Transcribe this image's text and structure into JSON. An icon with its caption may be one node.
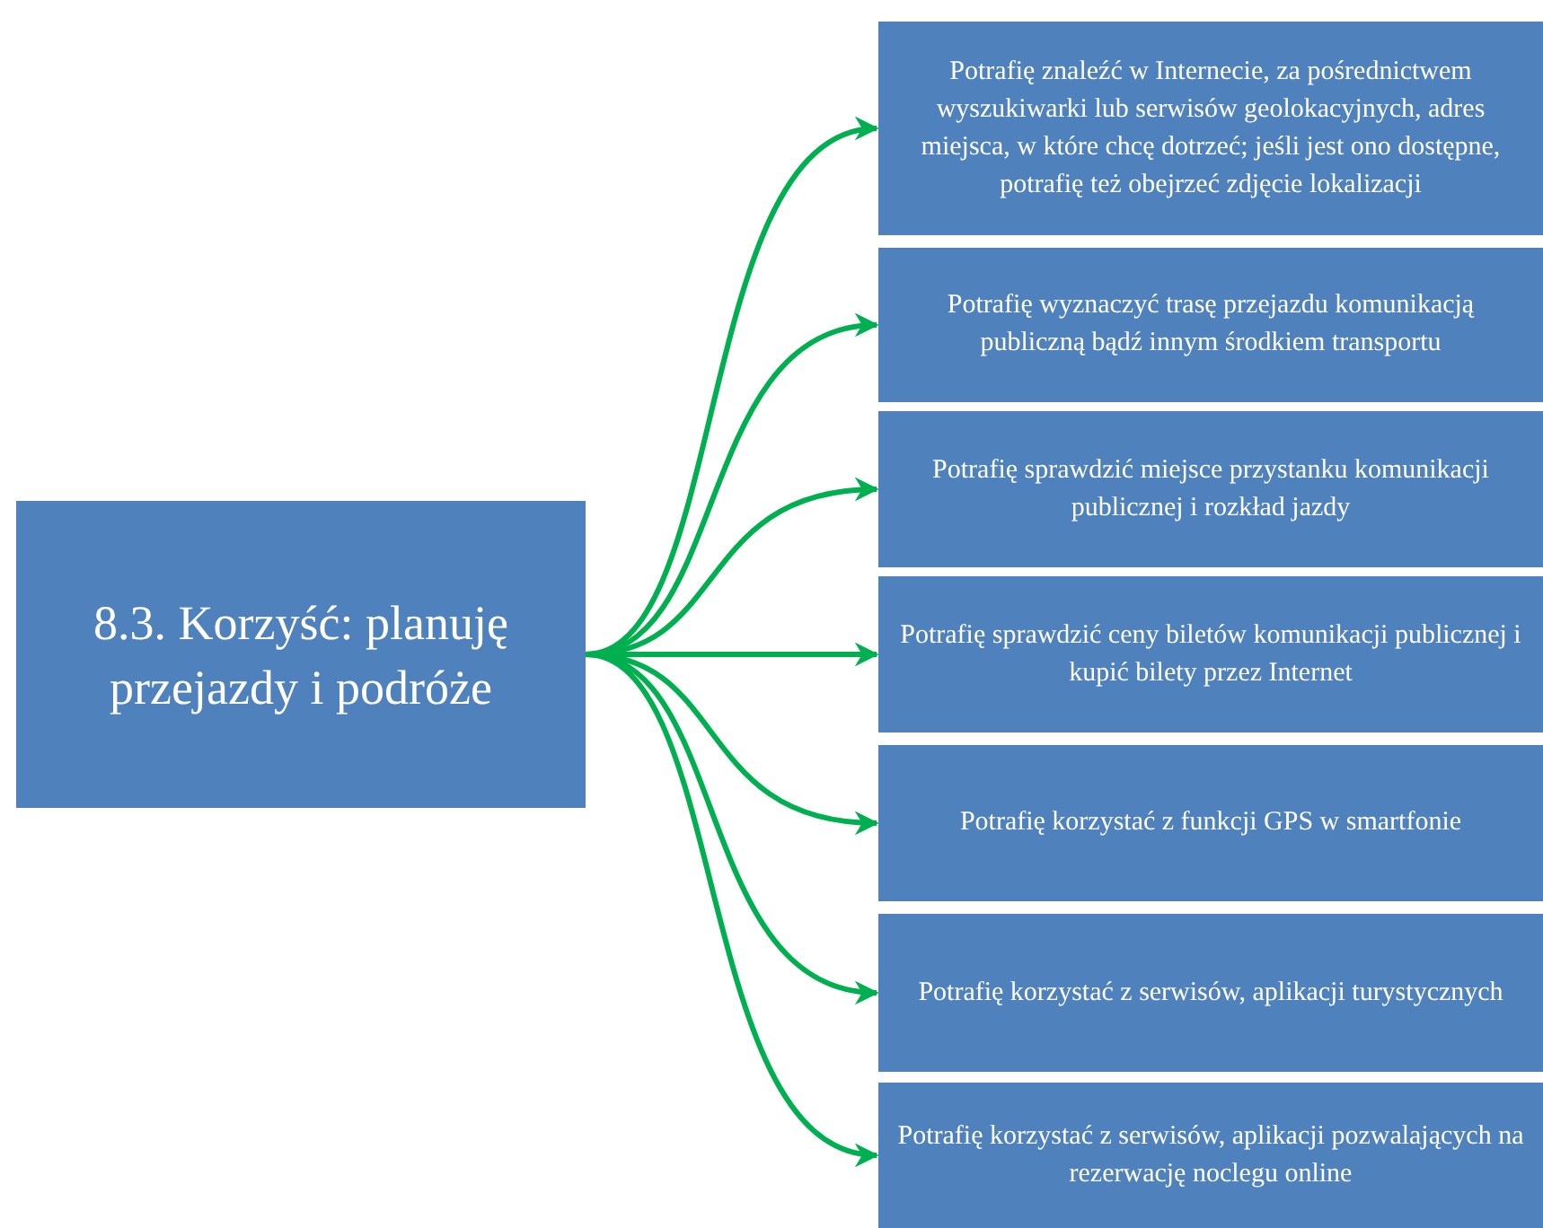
{
  "diagram": {
    "nodes": [
      {
        "text": [
          "8.3. Korzyść: planuję przejazdy i podróże"
        ]
      },
      {
        "text": [
          "Potrafię znaleźć w Internecie, za pośrednictwem wyszukiwarki lub serwisów geolokacyjnych, adres miejsca, w które chcę dotrzeć; jeśli jest ono dostępne, potrafię też obejrzeć zdjęcie lokalizacji"
        ]
      },
      {
        "text": [
          "Potrafię wyznaczyć trasę przejazdu komunikacją publiczną bądź innym środkiem transportu"
        ]
      },
      {
        "text": [
          "Potrafię sprawdzić miejsce przystanku komunikacji publicznej i rozkład jazdy"
        ]
      },
      {
        "text": [
          "Potrafię sprawdzić ceny biletów komunikacji publicznej i kupić bilety przez Internet"
        ]
      },
      {
        "text": [
          "Potrafię korzystać z funkcji GPS w smartfonie"
        ]
      },
      {
        "text": [
          "Potrafię korzystać z serwisów, aplikacji turystycznych"
        ]
      },
      {
        "text": [
          "Potrafię korzystać z serwisów, aplikacji pozwalających na rezerwację noclegu online"
        ]
      }
    ],
    "edges": [
      {
        "from": 0,
        "to": 1,
        "arrow": "to"
      },
      {
        "from": 0,
        "to": 2,
        "arrow": "to"
      },
      {
        "from": 0,
        "to": 3,
        "arrow": "to"
      },
      {
        "from": 0,
        "to": 4,
        "arrow": "to"
      },
      {
        "from": 0,
        "to": 5,
        "arrow": "to"
      },
      {
        "from": 0,
        "to": 6,
        "arrow": "to"
      },
      {
        "from": 0,
        "to": 7,
        "arrow": "to"
      }
    ]
  }
}
